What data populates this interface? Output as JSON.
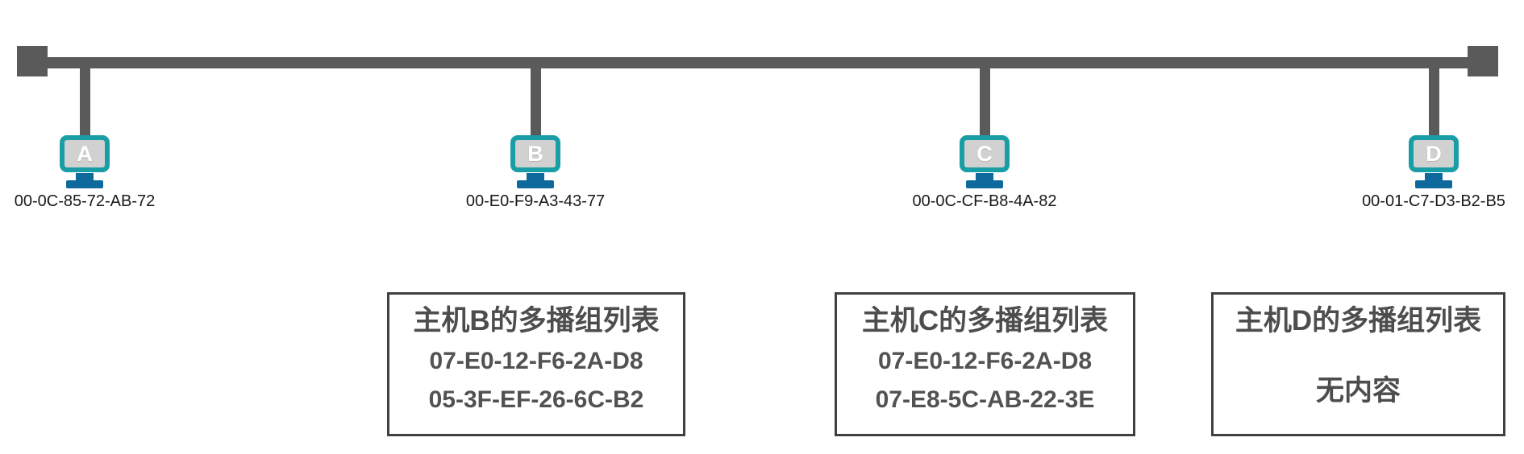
{
  "diagram_title": "ethernet-bus-multicast-topology",
  "hosts": [
    {
      "id": "A",
      "label": "A",
      "mac": "00-0C-85-72-AB-72"
    },
    {
      "id": "B",
      "label": "B",
      "mac": "00-E0-F9-A3-43-77"
    },
    {
      "id": "C",
      "label": "C",
      "mac": "00-0C-CF-B8-4A-82"
    },
    {
      "id": "D",
      "label": "D",
      "mac": "00-01-C7-D3-B2-B5"
    }
  ],
  "multicast_boxes": [
    {
      "host": "B",
      "title": "主机B的多播组列表",
      "entries": [
        "07-E0-12-F6-2A-D8",
        "05-3F-EF-26-6C-B2"
      ]
    },
    {
      "host": "C",
      "title": "主机C的多播组列表",
      "entries": [
        "07-E0-12-F6-2A-D8",
        "07-E8-5C-AB-22-3E"
      ]
    },
    {
      "host": "D",
      "title": "主机D的多播组列表",
      "entries": [],
      "empty_text": "无内容"
    }
  ],
  "colors": {
    "bus_cable": "#5a5a5a",
    "monitor_border": "#1a9ea6",
    "monitor_screen": "#d1d1d1",
    "monitor_stand": "#0e6a9d",
    "box_border": "#404040",
    "box_text": "#4d4d4d",
    "mac_text": "#1a1a1a"
  }
}
